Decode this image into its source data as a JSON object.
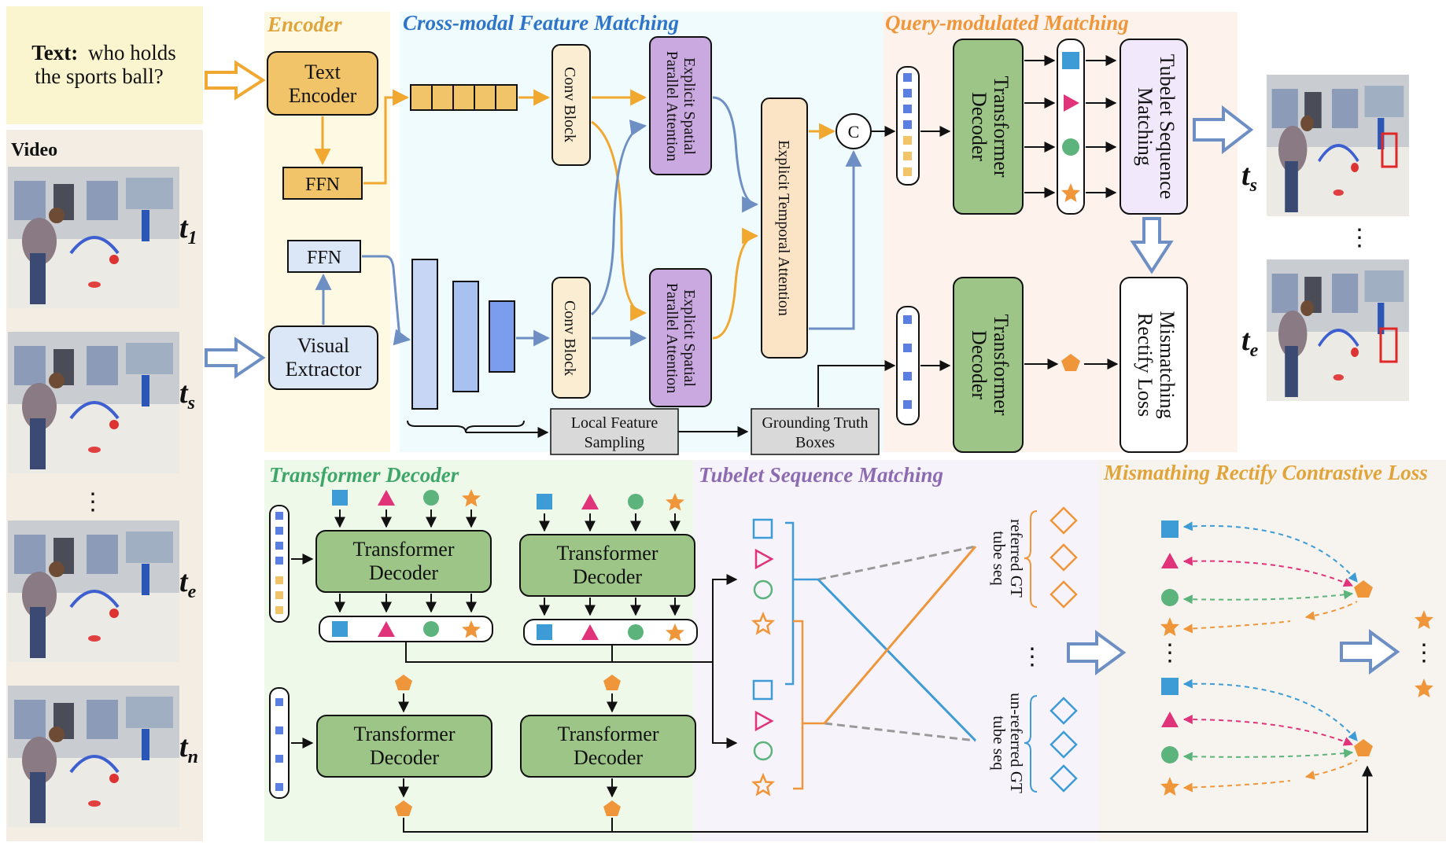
{
  "input": {
    "text_label": "Text:",
    "text_query_line1": "who holds",
    "text_query_line2": "the sports ball?",
    "video_label": "Video",
    "frame_labels": [
      "t1",
      "ts",
      "te",
      "tn"
    ],
    "frame_subscripts": [
      "1",
      "s",
      "e",
      "n"
    ]
  },
  "sections": {
    "encoder": "Encoder",
    "cross_modal": "Cross-modal Feature Matching",
    "query_modulated": "Query-modulated Matching",
    "transformer_decoder": "Transformer Decoder",
    "tubelet_matching": "Tubelet Sequence Matching",
    "mismatch_loss": "Mismathing Rectify Contrastive Loss"
  },
  "blocks": {
    "text_encoder_l1": "Text",
    "text_encoder_l2": "Encoder",
    "ffn": "FFN",
    "visual_extractor_l1": "Visual",
    "visual_extractor_l2": "Extractor",
    "conv_block": "Conv Block",
    "espa_l1": "Explicit Spatial",
    "espa_l2": "Parallel Attention",
    "eta": "Explicit Temporal Attention",
    "concat": "C",
    "decoder_l1": "Transformer",
    "decoder_l2": "Decoder",
    "tsm_l1": "Tubelet Sequence",
    "tsm_l2": "Matching",
    "mrl_l1": "Mismatching",
    "mrl_l2": "Rectify Loss",
    "lfs_l1": "Local Feature",
    "lfs_l2": "Sampling",
    "gtb_l1": "Grounding Truth",
    "gtb_l2": "Boxes"
  },
  "tubelet": {
    "referred_l1": "referred GT",
    "referred_l2": "tube seq",
    "unreferred_l1": "un-referred GT",
    "unreferred_l2": "tube seq"
  },
  "colors": {
    "encoder_bg": "#fdf9e3",
    "text_box_bg": "#fbf5cf",
    "video_bg": "#f3ede3",
    "cross_modal_bg": "#effbfd",
    "query_bg": "#fdf3ec",
    "decoder_bg": "#eef9ea",
    "tubelet_bg": "#f7f3fb",
    "loss_bg": "#f7f4ef",
    "orange": "#f0a830",
    "blue": "#6e8fc4",
    "green_block": "#9cc587",
    "purple_block": "#c9a9e0",
    "peach_block": "#fbe3c6",
    "square": "#3d9bd5",
    "triangle": "#e0337a",
    "circle": "#5db37c",
    "star": "#f0963a",
    "pentagon": "#f0963a",
    "section_orange": "#e0a43a",
    "section_blue": "#2e74c9",
    "section_green": "#3fa66a",
    "section_purple": "#8c6bb1"
  }
}
